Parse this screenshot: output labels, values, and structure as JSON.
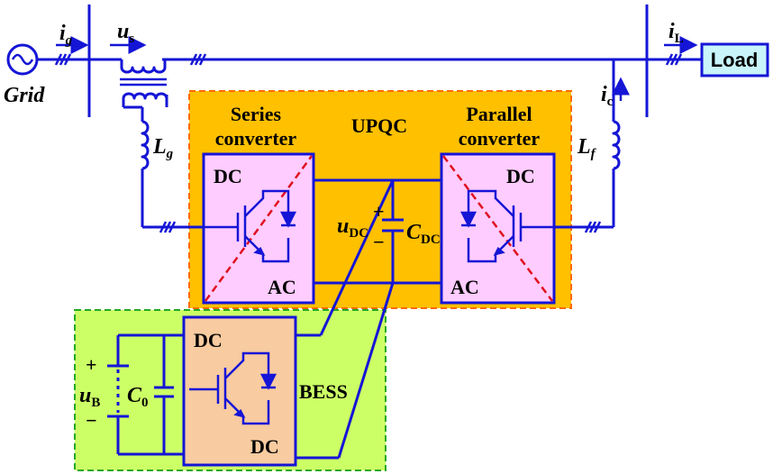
{
  "labels": {
    "ig_main": "i",
    "ig_sub": "g",
    "us_main": "u",
    "us_sub": "s",
    "grid": "Grid",
    "iL_main": "i",
    "iL_sub": "L",
    "load": "Load",
    "ic_main": "i",
    "ic_sub": "c",
    "series_l1": "Series",
    "series_l2": "converter",
    "upqc": "UPQC",
    "parallel_l1": "Parallel",
    "parallel_l2": "converter",
    "Lg_main": "L",
    "Lg_sub": "g",
    "Lf_main": "L",
    "Lf_sub": "f",
    "series_dc": "DC",
    "series_ac": "AC",
    "parallel_dc": "DC",
    "parallel_ac": "AC",
    "udc_main": "u",
    "udc_sub": "DC",
    "cdc_main": "C",
    "cdc_sub": "DC",
    "plus1": "+",
    "minus1": "−",
    "bess_dc_top": "DC",
    "bess_dc_bottom": "DC",
    "bess": "BESS",
    "uB_main": "u",
    "uB_sub": "B",
    "C0_main": "C",
    "C0_sub": "0",
    "plus2": "+",
    "minus2": "−"
  },
  "colors": {
    "wire": "#1515d6",
    "upqc_fill": "#ffc000",
    "upqc_border": "#ff6a00",
    "bess_area_fill": "#ccff66",
    "bess_area_border": "#22aa22",
    "converter_fill": "#ffccff",
    "bess_conv_fill": "#f8cba0",
    "load_fill": "#c8f4fa",
    "diag": "#e01020"
  }
}
